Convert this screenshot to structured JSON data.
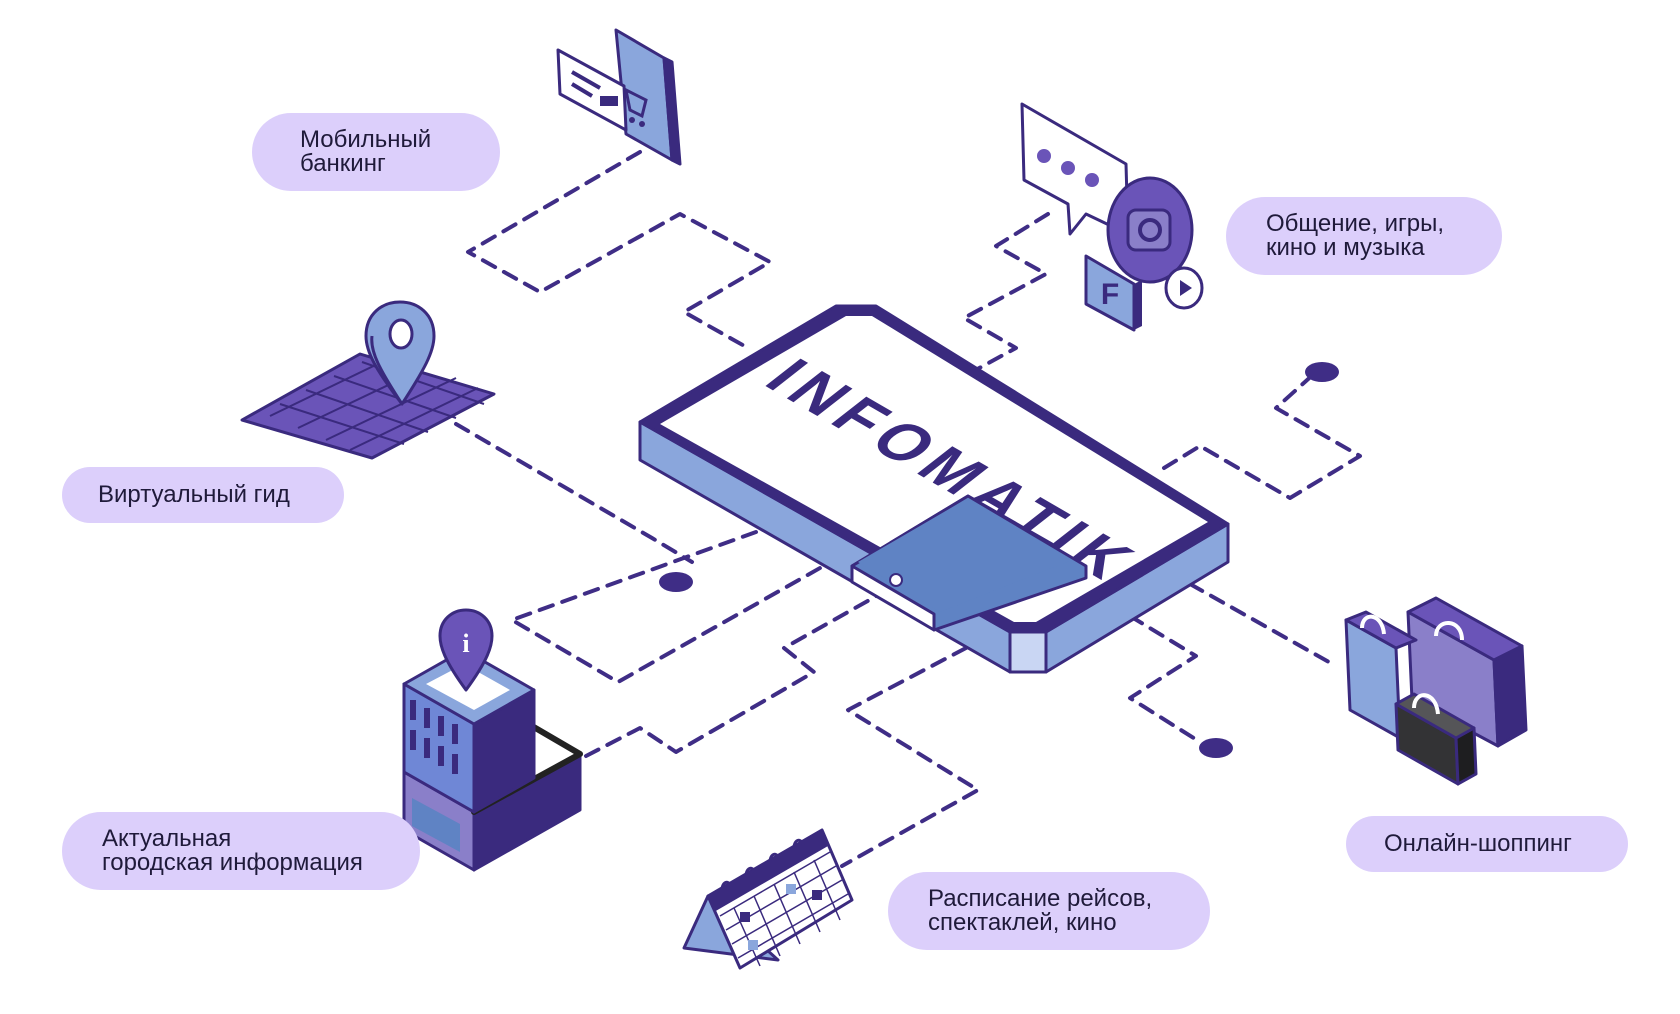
{
  "brand": {
    "name": "INFOMATIK"
  },
  "colors": {
    "pill_bg": "#dccffb",
    "ink": "#3a2a7e",
    "accent_blue": "#8aa6dc",
    "accent_purple": "#6a54b8",
    "text": "#1f1a3a"
  },
  "features": [
    {
      "id": "mobile-banking",
      "lines": [
        "Мобильный",
        "банкинг"
      ],
      "icon": "phone-cart-icon"
    },
    {
      "id": "virtual-guide",
      "lines": [
        "Виртуальный гид"
      ],
      "icon": "map-pin-icon"
    },
    {
      "id": "city-info",
      "lines": [
        "Актуальная",
        "городская информация"
      ],
      "icon": "info-building-icon"
    },
    {
      "id": "schedule",
      "lines": [
        "Расписание рейсов,",
        "спектаклей, кино"
      ],
      "icon": "calendar-icon"
    },
    {
      "id": "social-media",
      "lines": [
        "Общение, игры,",
        "кино и музыка"
      ],
      "icon": "chat-social-icon"
    },
    {
      "id": "online-shopping",
      "lines": [
        "Онлайн-шоппинг"
      ],
      "icon": "shopping-bags-icon"
    }
  ]
}
